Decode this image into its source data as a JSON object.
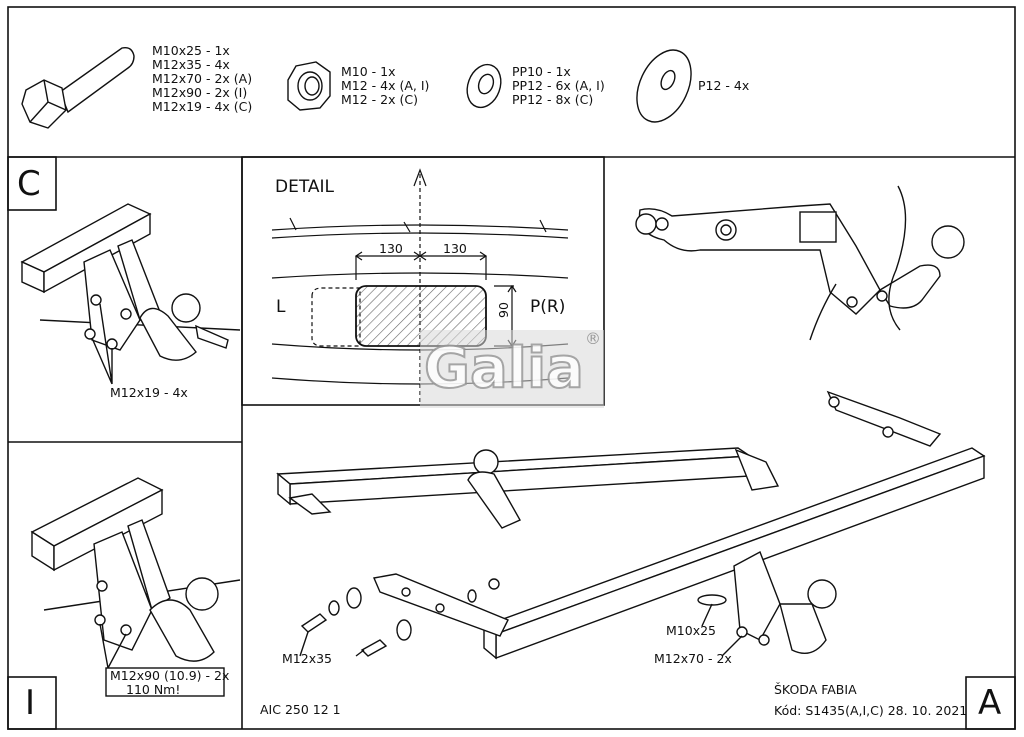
{
  "parts": {
    "bolt": [
      "M10x25 - 1x",
      "M12x35 - 4x",
      "M12x70 - 2x (A)",
      "M12x90 - 2x (I)",
      "M12x19 - 4x (C)"
    ],
    "nut": [
      "M10 - 1x",
      "M12 - 4x (A, I)",
      "M12 - 2x (C)"
    ],
    "washer_small": [
      "PP10 - 1x",
      "PP12 - 6x (A, I)",
      "PP12 - 8x (C)"
    ],
    "washer_large": [
      "P12 - 4x"
    ]
  },
  "panel_c": {
    "letter": "C",
    "callout": "M12x19 - 4x"
  },
  "panel_i": {
    "letter": "I",
    "callout_line1": "M12x90 (10.9) - 2x",
    "callout_line2": "110 Nm!"
  },
  "detail": {
    "title": "DETAIL",
    "dim_left": "130",
    "dim_right": "130",
    "dim_height": "90",
    "side_left": "L",
    "side_right": "P(R)"
  },
  "watermark": {
    "text": "Galia",
    "mark": "®"
  },
  "panel_a": {
    "letter": "A",
    "callout_m10x25": "M10x25",
    "callout_m12x70": "M12x70 - 2x",
    "callout_m12x35": "M12x35"
  },
  "footer": {
    "code_left": "AIC 250 12 1",
    "vehicle": "ŠKODA FABIA",
    "code_right": "Kód: S1435(A,I,C)  28. 10. 2021"
  }
}
